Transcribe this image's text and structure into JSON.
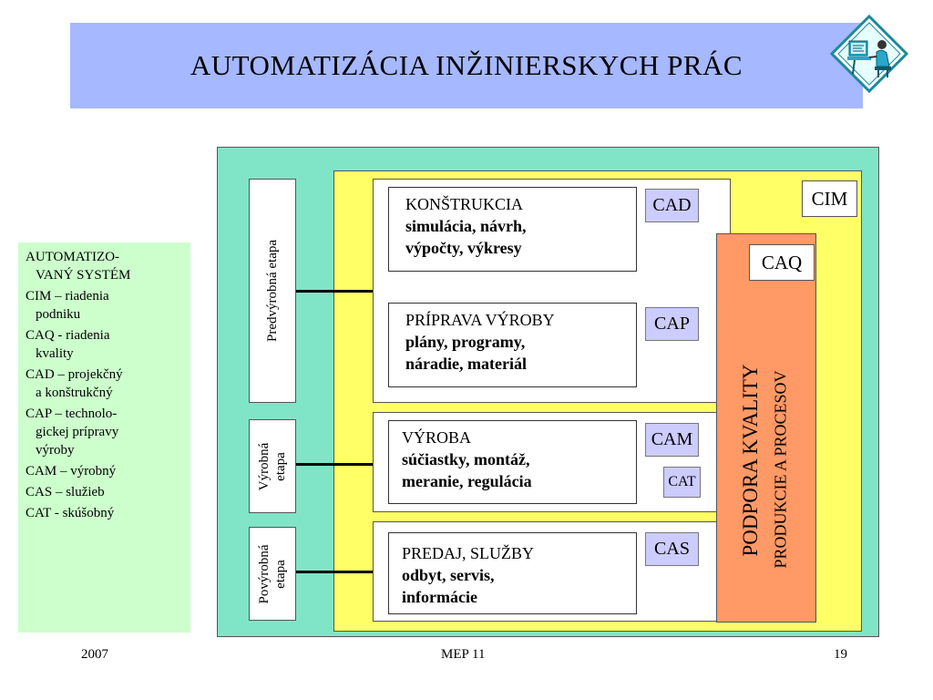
{
  "title": "AUTOMATIZÁCIA  INŽINIERSKYCH  PRÁC",
  "legend": {
    "heading_1": "AUTOMATIZO-",
    "heading_2": "VANÝ SYSTÉM",
    "entries": [
      {
        "term": "CIM",
        "sep": " – ",
        "line1": "riadenia",
        "line2": "podniku",
        "line3": ""
      },
      {
        "term": "CAQ",
        "sep": " -  ",
        "line1": "riadenia",
        "line2": "kvality",
        "line3": ""
      },
      {
        "term": "CAD",
        "sep": " – ",
        "line1": "projekčný",
        "line2": "a  konštrukčný",
        "line3": ""
      },
      {
        "term": "CAP",
        "sep": " – ",
        "line1": "technolo-",
        "line2": "gickej prípravy",
        "line3": "výroby"
      },
      {
        "term": "CAM",
        "sep": " – ",
        "line1": "výrobný",
        "line2": "",
        "line3": ""
      },
      {
        "term": "CAS",
        "sep": " – ",
        "line1": "služieb",
        "line2": "",
        "line3": ""
      },
      {
        "term": "CAT",
        "sep": " - ",
        "line1": "skúšobný",
        "line2": "",
        "line3": ""
      }
    ]
  },
  "stages": {
    "pre": "Predvýrobná etapa",
    "prod_1": "Výrobná",
    "prod_2": "etapa",
    "post_1": "Povýrobná",
    "post_2": "etapa"
  },
  "boxes": {
    "design": {
      "l1": "KONŠTRUKCIA",
      "l2": "simulácia, návrh,",
      "l3": "výpočty, výkresy"
    },
    "prep": {
      "l1": "PRÍPRAVA VÝROBY",
      "l2": "plány, programy,",
      "l3": "náradie, materiál"
    },
    "production": {
      "l1": "VÝROBA",
      "l2": "súčiastky, montáž,",
      "l3": "meranie, regulácia"
    },
    "sales": {
      "l1": "PREDAJ, SLUŽBY",
      "l2": "odbyt, servis,",
      "l3": "informácie"
    }
  },
  "labels": {
    "cad": "CAD",
    "cap": "CAP",
    "cam": "CAM",
    "cat": "CAT",
    "cas": "CAS",
    "cim": "CIM",
    "caq": "CAQ"
  },
  "quality": {
    "line1": "PODPORA KVALITY",
    "line2": "PRODUKCIE A PROCESOV"
  },
  "footer": {
    "left": "2007",
    "center": "MEP 11",
    "right": "19"
  },
  "colors": {
    "title_bg": "#a6b8ff",
    "outer": "#7fe5c6",
    "cim_area": "#ffff66",
    "quality": "#ff9966",
    "label": "#ccccff",
    "legend_bg": "#ccffcc"
  },
  "icons": {
    "logo": "computer-user-icon"
  }
}
